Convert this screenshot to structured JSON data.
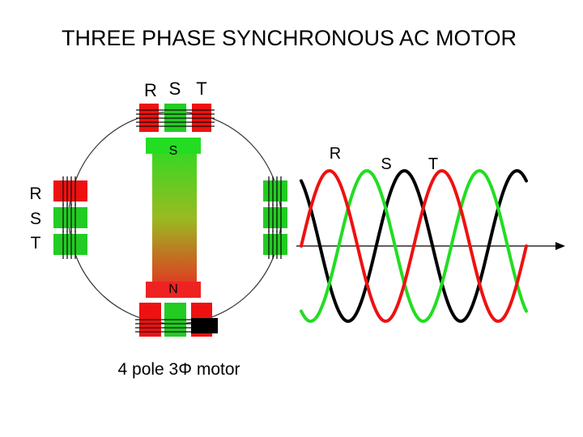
{
  "slide": {
    "title": "THREE PHASE SYNCHRONOUS AC MOTOR",
    "caption": "4 pole 3Φ motor"
  },
  "motor": {
    "top_phase_labels": [
      "R",
      "S",
      "T"
    ],
    "left_phase_labels": [
      "R",
      "S",
      "T"
    ],
    "rotor_north_label": "N",
    "rotor_south_label": "S",
    "colors": {
      "phase_r": "#ee1111",
      "phase_s": "#22cc22",
      "phase_t": "#000000",
      "rotor_top": "#22dd22",
      "rotor_bottom": "#ee2222"
    }
  },
  "waveforms": {
    "legend": [
      "R",
      "S",
      "T"
    ],
    "colors": {
      "R": "#ee1111",
      "S": "#22dd22",
      "T": "#000000"
    },
    "phase_offsets_deg": {
      "R": 0,
      "S": 120,
      "T": 240
    },
    "cycles_shown": 2
  }
}
